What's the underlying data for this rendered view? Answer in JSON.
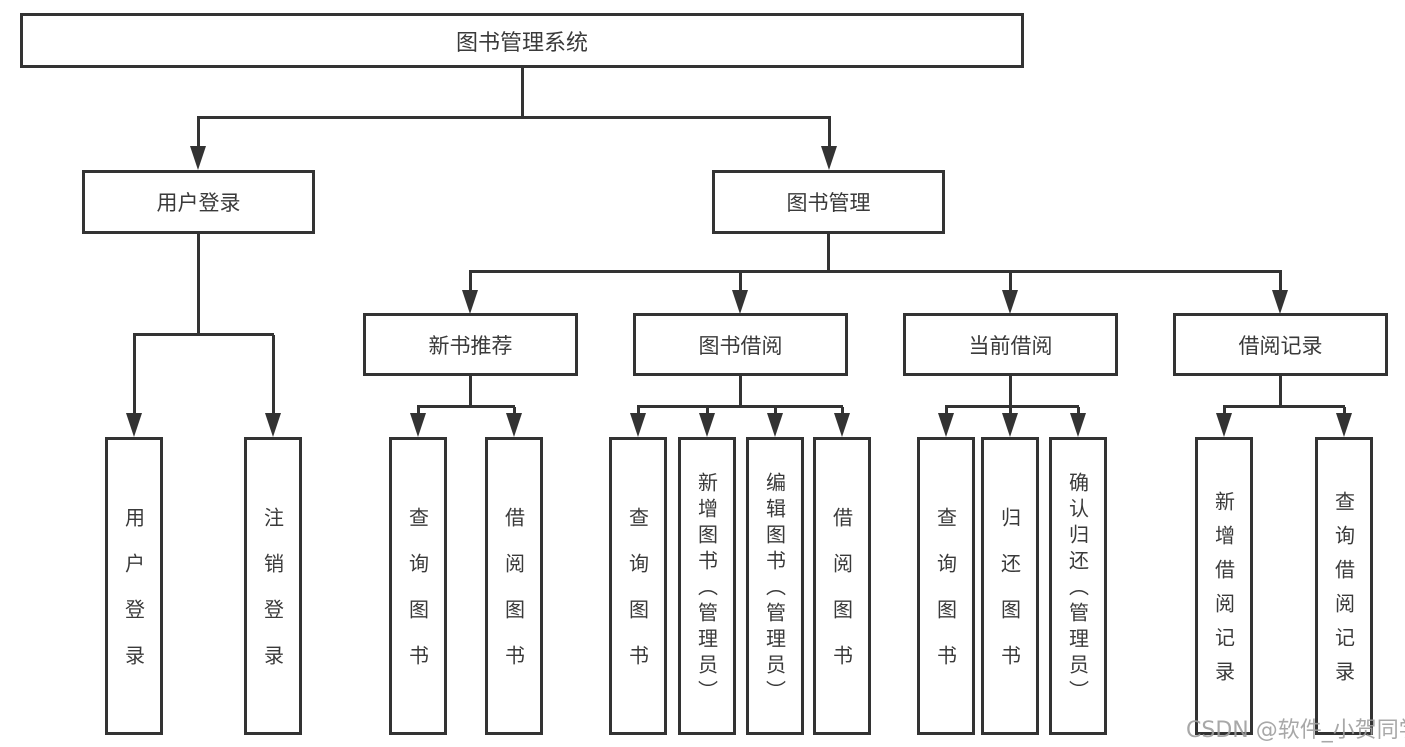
{
  "diagram_type": "tree",
  "tree": {
    "root": {
      "label": "图书管理系统"
    },
    "children": [
      {
        "label": "用户登录",
        "children": [
          "用户登录",
          "注销登录"
        ]
      },
      {
        "label": "图书管理",
        "children": [
          {
            "label": "新书推荐",
            "children": [
              "查询图书",
              "借阅图书"
            ]
          },
          {
            "label": "图书借阅",
            "children": [
              "查询图书",
              "新增图书（管理员）",
              "编辑图书（管理员）",
              "借阅图书"
            ]
          },
          {
            "label": "当前借阅",
            "children": [
              "查询图书",
              "归还图书",
              "确认归还（管理员）"
            ]
          },
          {
            "label": "借阅记录",
            "children": [
              "新增借阅记录",
              "查询借阅记录"
            ]
          }
        ]
      }
    ]
  },
  "watermark": {
    "text": "CSDN @软件_小贺同学"
  },
  "colors": {
    "line": "#333333",
    "box_border": "#333333",
    "box_fill": "#ffffff",
    "text": "#3a3a3a",
    "watermark": "#9e9e9e",
    "background": "#ffffff"
  }
}
